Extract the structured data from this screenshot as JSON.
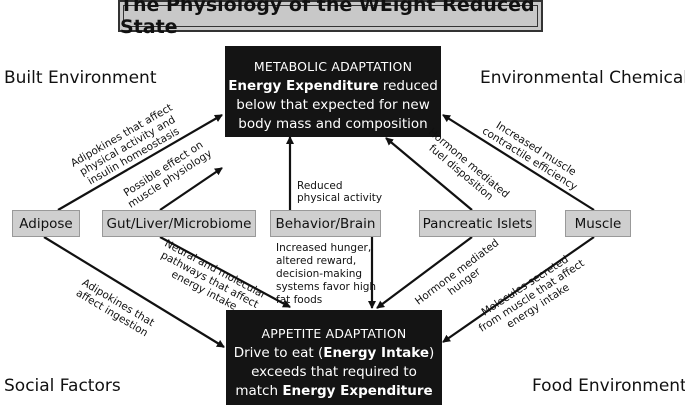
{
  "title": "The Physiology of the WEight Reduced State",
  "corners": {
    "top_left": "Built Environment",
    "top_right": "Environmental Chemicals",
    "bottom_left": "Social Factors",
    "bottom_right": "Food Environment"
  },
  "metabolic": {
    "header": "METABOLIC ADAPTATION",
    "line1_bold": "Energy Expenditure",
    "line1_rest": " reduced",
    "line2": "below that expected for new",
    "line3": "body mass and composition"
  },
  "appetite": {
    "header": "APPETITE ADAPTATION",
    "line1_pre": "Drive to eat (",
    "line1_bold": "Energy Intake",
    "line1_post": ")",
    "line2": "exceeds that required to",
    "line3_pre": "match ",
    "line3_bold": "Energy Expenditure"
  },
  "nodes": {
    "adipose": "Adipose",
    "gut": "Gut/Liver/Microbiome",
    "behavior": "Behavior/Brain",
    "pancreatic": "Pancreatic Islets",
    "muscle": "Muscle"
  },
  "labels": {
    "adipose_up": [
      "Adipokines that affect",
      "physical activity and",
      "insulin homeostasis"
    ],
    "gut_up": [
      "Possible effect on",
      "muscle physiology"
    ],
    "behavior_up": [
      "Reduced",
      "physical activity"
    ],
    "pancreatic_up": [
      "Hormone mediated",
      "fuel disposition"
    ],
    "muscle_up": [
      "Increased muscle",
      "contractile efficiency"
    ],
    "adipose_down": [
      "Adipokines that",
      "affect  ingestion"
    ],
    "gut_down": [
      "Neural and molecular",
      "pathways that affect",
      "energy intake"
    ],
    "behavior_down": [
      "Increased hunger,",
      "altered reward,",
      "decision-making",
      "systems favor high",
      "fat foods"
    ],
    "pancreatic_down": [
      "Hormone mediated",
      "hunger"
    ],
    "muscle_down": [
      "Molecules secreted",
      "from muscle that affect",
      "energy intake"
    ]
  }
}
